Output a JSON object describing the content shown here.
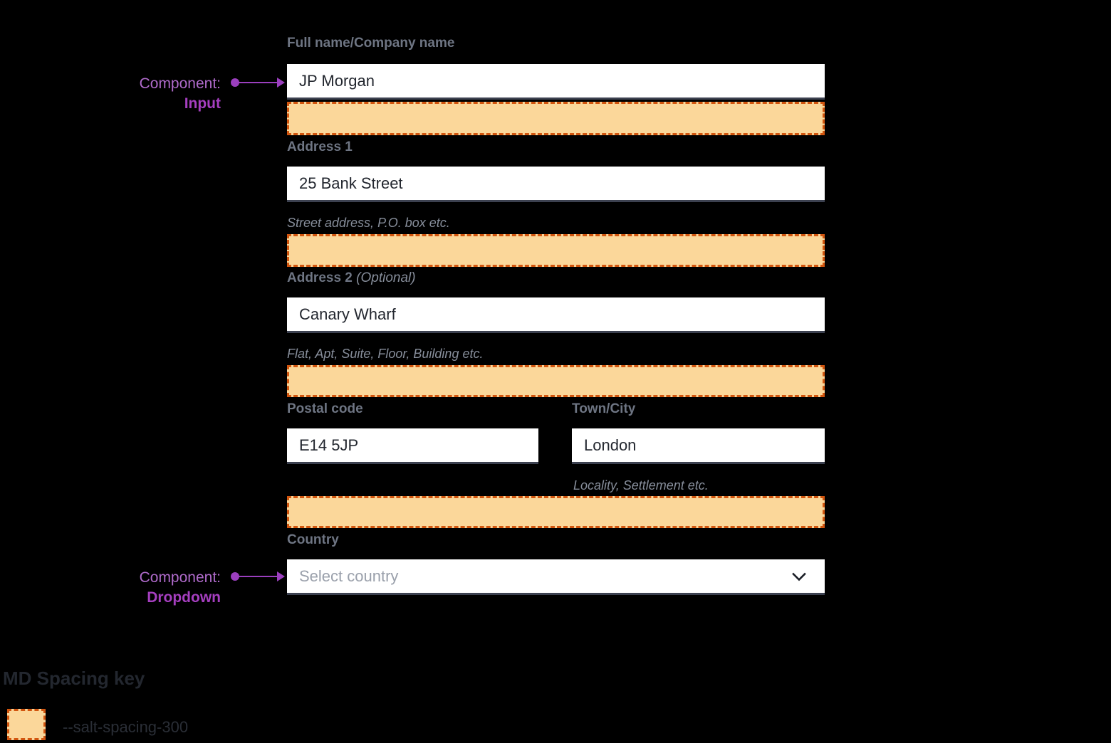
{
  "annotations": [
    {
      "lead": "Component:",
      "kind": "Input"
    },
    {
      "lead": "Component:",
      "kind": "Dropdown"
    }
  ],
  "form": {
    "fields": [
      {
        "label": "Full name/Company name",
        "optional_suffix": "",
        "value": "JP Morgan",
        "placeholder": "",
        "helper": "",
        "type": "input"
      },
      {
        "label": "Address 1",
        "optional_suffix": "",
        "value": "25 Bank Street",
        "placeholder": "",
        "helper": "Street address, P.O. box etc.",
        "type": "input"
      },
      {
        "label": "Address 2",
        "optional_suffix": "(Optional)",
        "value": "Canary Wharf",
        "placeholder": "",
        "helper": "Flat, Apt, Suite, Floor, Building etc.",
        "type": "input"
      },
      {
        "label": "Postal code",
        "optional_suffix": "",
        "value": "E14 5JP",
        "placeholder": "",
        "helper": "",
        "type": "input"
      },
      {
        "label": "Town/City",
        "optional_suffix": "",
        "value": "London",
        "placeholder": "",
        "helper": "Locality, Settlement etc.",
        "type": "input"
      },
      {
        "label": "Country",
        "optional_suffix": "",
        "value": "",
        "placeholder": "Select country",
        "helper": "",
        "type": "dropdown",
        "icon": "chevron-down-icon"
      }
    ]
  },
  "legend": {
    "title": "MD Spacing key",
    "swatch_token": "--salt-spacing-300"
  },
  "colors": {
    "annotation_purple": "#9B3FBE",
    "annotation_kind_purple": "#A63FC0",
    "label_gray": "#6E7583",
    "helper_gray": "#878E9B",
    "input_border": "#3C4150",
    "spacing_fill": "#FBD79A",
    "spacing_stroke": "#D2550E",
    "page_background": "#000000",
    "legend_text": "#23272F"
  }
}
